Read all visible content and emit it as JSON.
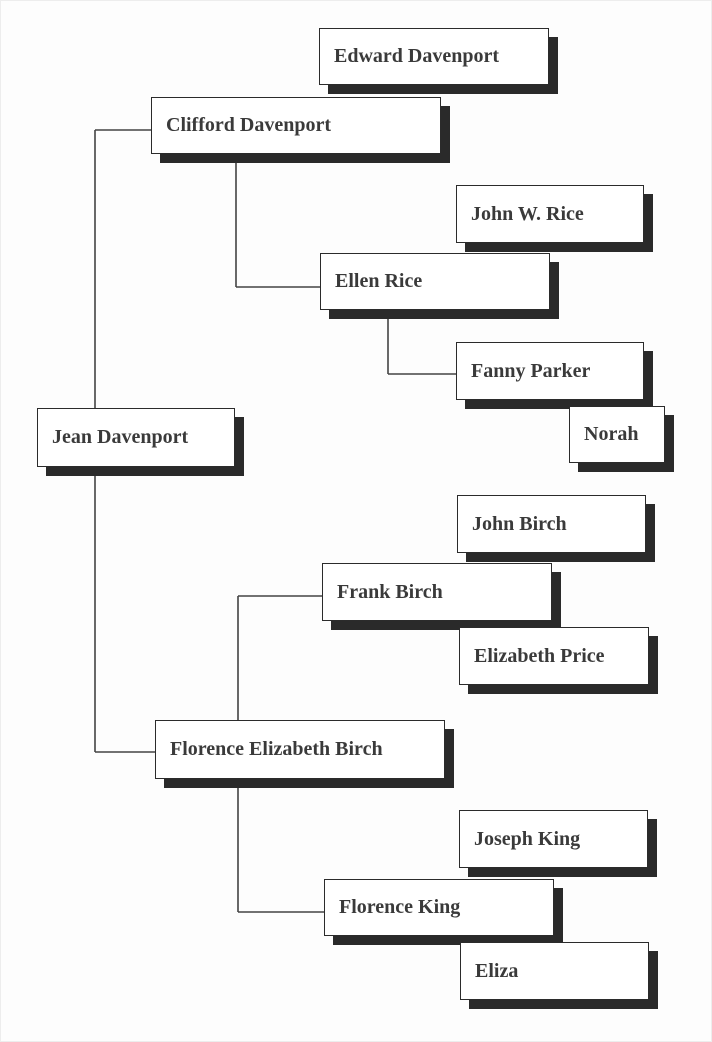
{
  "people": {
    "jean": "Jean Davenport",
    "clifford": "Clifford Davenport",
    "edward": "Edward Davenport",
    "ellen": "Ellen Rice",
    "john_w": "John W. Rice",
    "fanny": "Fanny Parker",
    "norah": "Norah",
    "florence_elizabeth": "Florence Elizabeth Birch",
    "frank": "Frank Birch",
    "john_birch": "John Birch",
    "elizabeth_price": "Elizabeth Price",
    "florence_king": "Florence King",
    "joseph_king": "Joseph King",
    "eliza": "Eliza"
  }
}
